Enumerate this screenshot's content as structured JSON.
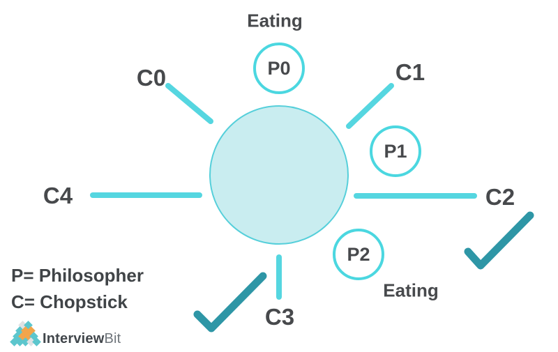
{
  "diagram": {
    "philosophers": [
      {
        "label": "P0",
        "state": "Eating"
      },
      {
        "label": "P1"
      },
      {
        "label": "P2",
        "state": "Eating"
      }
    ],
    "chopsticks": [
      {
        "label": "C0"
      },
      {
        "label": "C1"
      },
      {
        "label": "C2"
      },
      {
        "label": "C3"
      },
      {
        "label": "C4"
      }
    ],
    "legend": {
      "p": "P= Philosopher",
      "c": "C= Chopstick"
    },
    "colors": {
      "chopstick_teal": "#55d6e0",
      "table_fill": "#c9edf0",
      "table_border": "#55cfda",
      "philosopher_ring": "#4bd7e0",
      "checkmark_teal": "#2e96a6",
      "text_dark": "#47494c",
      "logo_teal": "#5cc6cd",
      "logo_orange": "#f2a54b"
    },
    "icons": {
      "checkmark": "check-icon",
      "logo_mark": "diamond-pyramid-icon"
    }
  },
  "branding": {
    "primary": "Interview",
    "secondary": "Bit"
  }
}
